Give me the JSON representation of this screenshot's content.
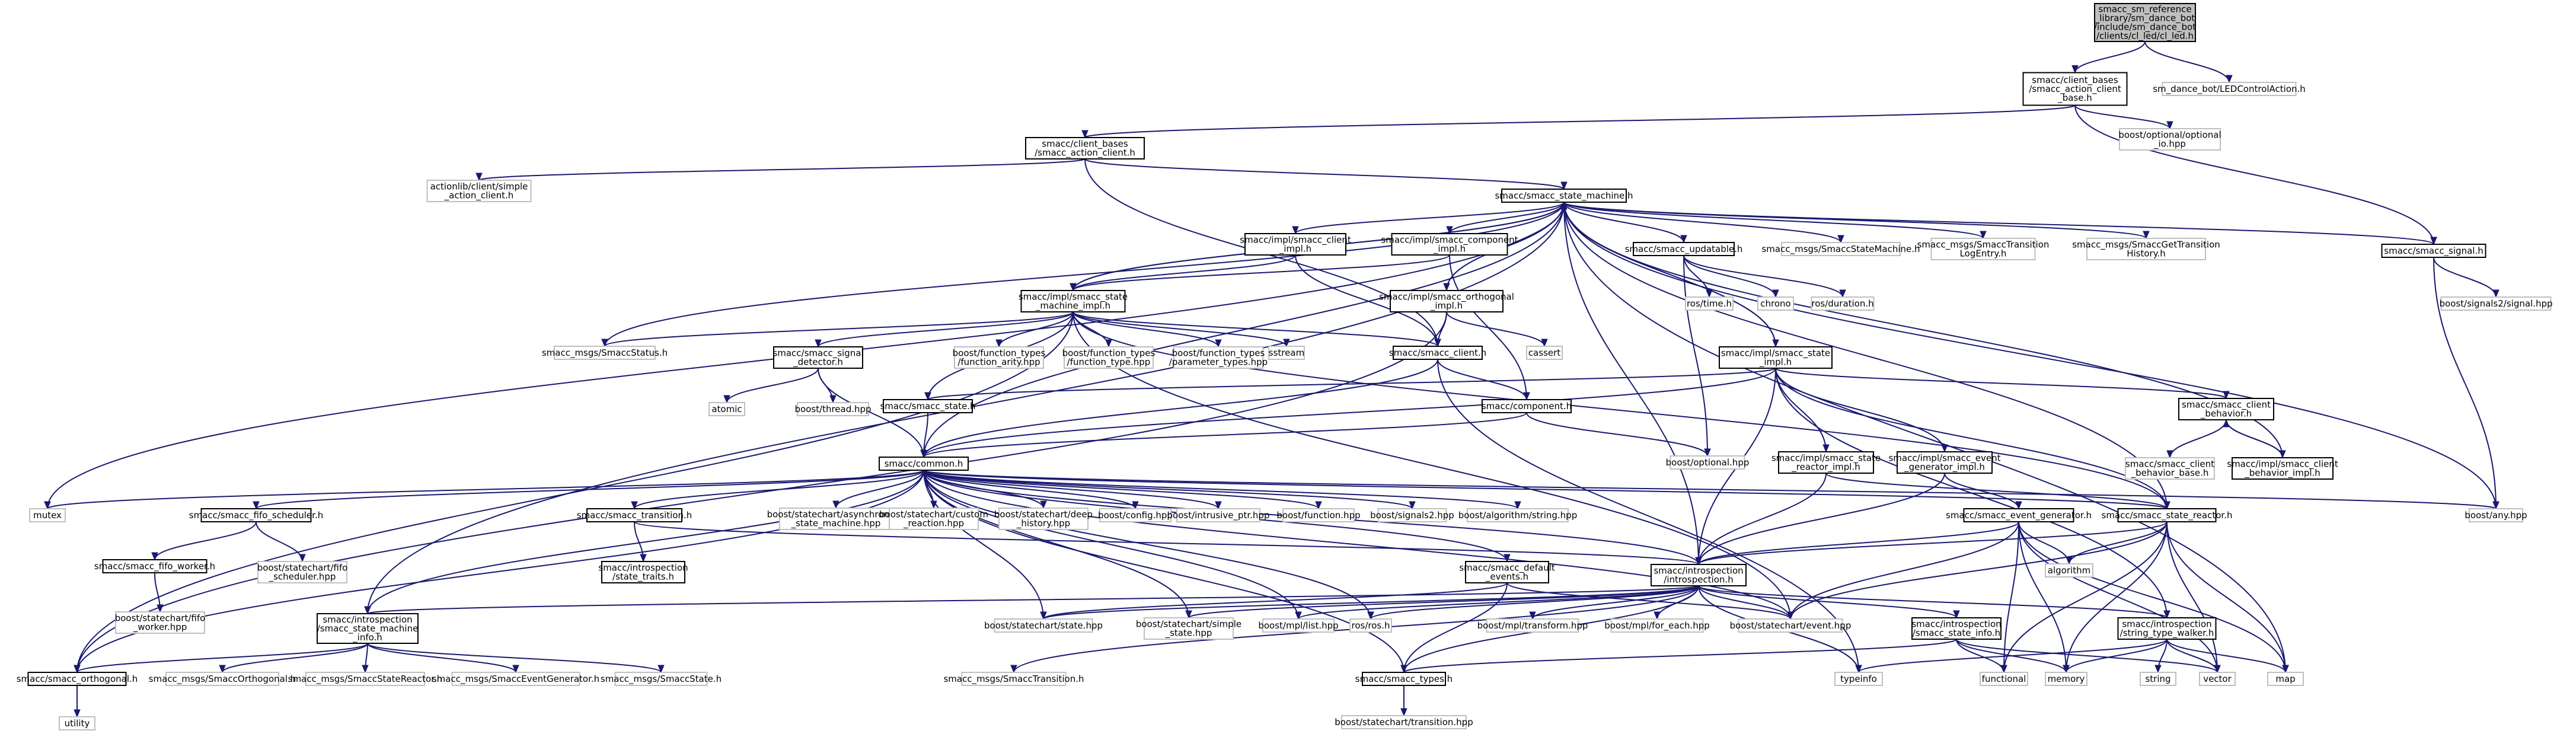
{
  "graph": {
    "colors": {
      "edge": "#191970",
      "node_border_main": "#000000",
      "node_border_external": "#bfbfbf",
      "node_fill": "#ffffff",
      "root_fill": "#bfbfbf",
      "text": "#000000",
      "text_external": "#000000"
    },
    "nodes": [
      {
        "id": "root",
        "label": "smacc_sm_reference\n_library/sm_dance_bot\n/include/sm_dance_bot\n/clients/cl_led/cl_led.h",
        "kind": "root"
      },
      {
        "id": "cab",
        "label": "smacc/client_bases\n/smacc_action_client\n_base.h",
        "kind": "main"
      },
      {
        "id": "ledact",
        "label": "sm_dance_bot/LEDControlAction.h",
        "kind": "ext"
      },
      {
        "id": "bopt",
        "label": "boost/optional/optional\n_io.hpp",
        "kind": "ext"
      },
      {
        "id": "cac",
        "label": "smacc/client_bases\n/smacc_action_client.h",
        "kind": "main"
      },
      {
        "id": "alsimple",
        "label": "actionlib/client/simple\n_action_client.h",
        "kind": "ext"
      },
      {
        "id": "ssm",
        "label": "smacc/smacc_state_machine.h",
        "kind": "main"
      },
      {
        "id": "ssig",
        "label": "smacc/smacc_signal.h",
        "kind": "main"
      },
      {
        "id": "bsig2",
        "label": "boost/signals2/signal.hpp",
        "kind": "ext"
      },
      {
        "id": "impclient",
        "label": "smacc/impl/smacc_client\n_impl.h",
        "kind": "main"
      },
      {
        "id": "impcomp",
        "label": "smacc/impl/smacc_component\n_impl.h",
        "kind": "main"
      },
      {
        "id": "supd",
        "label": "smacc/smacc_updatable.h",
        "kind": "main"
      },
      {
        "id": "msm",
        "label": "smacc_msgs/SmaccStateMachine.h",
        "kind": "ext"
      },
      {
        "id": "mtle",
        "label": "smacc_msgs/SmaccTransition\nLogEntry.h",
        "kind": "ext"
      },
      {
        "id": "mgth",
        "label": "smacc_msgs/SmaccGetTransition\nHistory.h",
        "kind": "ext"
      },
      {
        "id": "impsm",
        "label": "smacc/impl/smacc_state\n_machine_impl.h",
        "kind": "main"
      },
      {
        "id": "importh",
        "label": "smacc/impl/smacc_orthogonal\n_impl.h",
        "kind": "main"
      },
      {
        "id": "rostime",
        "label": "ros/time.h",
        "kind": "ext"
      },
      {
        "id": "chrono",
        "label": "chrono",
        "kind": "ext"
      },
      {
        "id": "rosdur",
        "label": "ros/duration.h",
        "kind": "ext"
      },
      {
        "id": "impstate",
        "label": "smacc/impl/smacc_state\n_impl.h",
        "kind": "main"
      },
      {
        "id": "mstatus",
        "label": "smacc_msgs/SmaccStatus.h",
        "kind": "ext"
      },
      {
        "id": "sigdet",
        "label": "smacc/smacc_signal\n_detector.h",
        "kind": "main"
      },
      {
        "id": "bfarity",
        "label": "boost/function_types\n/function_arity.hpp",
        "kind": "ext"
      },
      {
        "id": "bftype",
        "label": "boost/function_types\n/function_type.hpp",
        "kind": "ext"
      },
      {
        "id": "bfparam",
        "label": "boost/function_types\n/parameter_types.hpp",
        "kind": "ext"
      },
      {
        "id": "sstream",
        "label": "sstream",
        "kind": "ext"
      },
      {
        "id": "sclient",
        "label": "smacc/smacc_client.h",
        "kind": "main"
      },
      {
        "id": "cassert",
        "label": "cassert",
        "kind": "ext"
      },
      {
        "id": "atomic",
        "label": "atomic",
        "kind": "ext"
      },
      {
        "id": "bthread",
        "label": "boost/thread.hpp",
        "kind": "ext"
      },
      {
        "id": "sstate",
        "label": "smacc/smacc_state.h",
        "kind": "main"
      },
      {
        "id": "comp",
        "label": "smacc/component.h",
        "kind": "main"
      },
      {
        "id": "cbeh",
        "label": "smacc/smacc_client\n_behavior.h",
        "kind": "main"
      },
      {
        "id": "cbbase",
        "label": "smacc/smacc_client\n_behavior_base.h",
        "kind": "ext"
      },
      {
        "id": "cbimpl",
        "label": "smacc/impl/smacc_client\n_behavior_impl.h",
        "kind": "main"
      },
      {
        "id": "bopt2",
        "label": "boost/optional.hpp",
        "kind": "ext"
      },
      {
        "id": "impsr",
        "label": "smacc/impl/smacc_state\n_reactor_impl.h",
        "kind": "main"
      },
      {
        "id": "impeg",
        "label": "smacc/impl/smacc_event\n_generator_impl.h",
        "kind": "main"
      },
      {
        "id": "common",
        "label": "smacc/common.h",
        "kind": "main"
      },
      {
        "id": "mutex",
        "label": "mutex",
        "kind": "ext"
      },
      {
        "id": "fifos",
        "label": "smacc/smacc_fifo_scheduler.h",
        "kind": "main"
      },
      {
        "id": "trans",
        "label": "smacc/smacc_transition.h",
        "kind": "main"
      },
      {
        "id": "basync",
        "label": "boost/statechart/asynchronous\n_state_machine.hpp",
        "kind": "ext"
      },
      {
        "id": "bcustom",
        "label": "boost/statechart/custom\n_reaction.hpp",
        "kind": "ext"
      },
      {
        "id": "bdeep",
        "label": "boost/statechart/deep\n_history.hpp",
        "kind": "ext"
      },
      {
        "id": "bconfig",
        "label": "boost/config.hpp",
        "kind": "ext"
      },
      {
        "id": "bintr",
        "label": "boost/intrusive_ptr.hpp",
        "kind": "ext"
      },
      {
        "id": "bfunc",
        "label": "boost/function.hpp",
        "kind": "ext"
      },
      {
        "id": "bsig2b",
        "label": "boost/signals2.hpp",
        "kind": "ext"
      },
      {
        "id": "balgo",
        "label": "boost/algorithm/string.hpp",
        "kind": "ext"
      },
      {
        "id": "evgen",
        "label": "smacc/smacc_event_generator.h",
        "kind": "main"
      },
      {
        "id": "sreact",
        "label": "smacc/smacc_state_reactor.h",
        "kind": "main"
      },
      {
        "id": "bany",
        "label": "boost/any.hpp",
        "kind": "ext"
      },
      {
        "id": "fifow",
        "label": "smacc/smacc_fifo_worker.h",
        "kind": "main"
      },
      {
        "id": "bfifos",
        "label": "boost/statechart/fifo\n_scheduler.hpp",
        "kind": "ext"
      },
      {
        "id": "strait",
        "label": "smacc/introspection\n/state_traits.h",
        "kind": "main"
      },
      {
        "id": "defev",
        "label": "smacc/smacc_default\n_events.h",
        "kind": "main"
      },
      {
        "id": "intro",
        "label": "smacc/introspection\n/introspection.h",
        "kind": "main"
      },
      {
        "id": "algorithm",
        "label": "algorithm",
        "kind": "ext"
      },
      {
        "id": "bfifow",
        "label": "boost/statechart/fifo\n_worker.hpp",
        "kind": "ext"
      },
      {
        "id": "smi",
        "label": "smacc/introspection\n/smacc_state_machine\n_info.h",
        "kind": "main"
      },
      {
        "id": "bstate",
        "label": "boost/statechart/state.hpp",
        "kind": "ext"
      },
      {
        "id": "bsimple",
        "label": "boost/statechart/simple\n_state.hpp",
        "kind": "ext"
      },
      {
        "id": "bmpllist",
        "label": "boost/mpl/list.hpp",
        "kind": "ext"
      },
      {
        "id": "rosros",
        "label": "ros/ros.h",
        "kind": "ext"
      },
      {
        "id": "bmpltr",
        "label": "boost/mpl/transform.hpp",
        "kind": "ext"
      },
      {
        "id": "bmplfe",
        "label": "boost/mpl/for_each.hpp",
        "kind": "ext"
      },
      {
        "id": "bevent",
        "label": "boost/statechart/event.hpp",
        "kind": "ext"
      },
      {
        "id": "sinfo",
        "label": "smacc/introspection\n/smacc_state_info.h",
        "kind": "main"
      },
      {
        "id": "stw",
        "label": "smacc/introspection\n/string_type_walker.h",
        "kind": "main"
      },
      {
        "id": "sorth",
        "label": "smacc/smacc_orthogonal.h",
        "kind": "main"
      },
      {
        "id": "morth",
        "label": "smacc_msgs/SmaccOrthogonal.h",
        "kind": "ext"
      },
      {
        "id": "msr",
        "label": "smacc_msgs/SmaccStateReactor.h",
        "kind": "ext"
      },
      {
        "id": "meg",
        "label": "smacc_msgs/SmaccEventGenerator.h",
        "kind": "ext"
      },
      {
        "id": "mstate",
        "label": "smacc_msgs/SmaccState.h",
        "kind": "ext"
      },
      {
        "id": "mtrans",
        "label": "smacc_msgs/SmaccTransition.h",
        "kind": "ext"
      },
      {
        "id": "stypes",
        "label": "smacc/smacc_types.h",
        "kind": "main"
      },
      {
        "id": "typeinfo",
        "label": "typeinfo",
        "kind": "ext"
      },
      {
        "id": "functional",
        "label": "functional",
        "kind": "ext"
      },
      {
        "id": "memory",
        "label": "memory",
        "kind": "ext"
      },
      {
        "id": "string",
        "label": "string",
        "kind": "ext"
      },
      {
        "id": "vector",
        "label": "vector",
        "kind": "ext"
      },
      {
        "id": "map",
        "label": "map",
        "kind": "ext"
      },
      {
        "id": "utility",
        "label": "utility",
        "kind": "ext"
      },
      {
        "id": "btrans",
        "label": "boost/statechart/transition.hpp",
        "kind": "ext"
      }
    ],
    "edges": [
      [
        "root",
        "cab"
      ],
      [
        "root",
        "ledact"
      ],
      [
        "cab",
        "cac"
      ],
      [
        "cab",
        "bopt"
      ],
      [
        "cab",
        "ssig"
      ],
      [
        "cac",
        "alsimple"
      ],
      [
        "cac",
        "ssm"
      ],
      [
        "cac",
        "sclient"
      ],
      [
        "ssm",
        "common"
      ],
      [
        "ssm",
        "ssig"
      ],
      [
        "ssm",
        "impclient"
      ],
      [
        "ssm",
        "impcomp"
      ],
      [
        "ssm",
        "supd"
      ],
      [
        "ssm",
        "msm"
      ],
      [
        "ssm",
        "mtle"
      ],
      [
        "ssm",
        "mgth"
      ],
      [
        "ssm",
        "impsm"
      ],
      [
        "ssm",
        "importh"
      ],
      [
        "ssm",
        "impstate"
      ],
      [
        "ssm",
        "mstatus"
      ],
      [
        "ssm",
        "intro"
      ],
      [
        "ssm",
        "smi"
      ],
      [
        "ssm",
        "mutex"
      ],
      [
        "ssm",
        "bany"
      ],
      [
        "ssm",
        "map"
      ],
      [
        "ssm",
        "sreact"
      ],
      [
        "ssig",
        "bsig2"
      ],
      [
        "ssig",
        "bany"
      ],
      [
        "impclient",
        "impsm"
      ],
      [
        "impclient",
        "sclient"
      ],
      [
        "impcomp",
        "impsm"
      ],
      [
        "impcomp",
        "comp"
      ],
      [
        "supd",
        "rostime"
      ],
      [
        "supd",
        "chrono"
      ],
      [
        "supd",
        "rosdur"
      ],
      [
        "supd",
        "bopt2"
      ],
      [
        "impsm",
        "ssm"
      ],
      [
        "impsm",
        "mstatus"
      ],
      [
        "impsm",
        "sigdet"
      ],
      [
        "impsm",
        "bfarity"
      ],
      [
        "impsm",
        "bftype"
      ],
      [
        "impsm",
        "bfparam"
      ],
      [
        "impsm",
        "sstream"
      ],
      [
        "impsm",
        "sclient"
      ],
      [
        "impsm",
        "sstate"
      ],
      [
        "impsm",
        "sorth"
      ],
      [
        "impsm",
        "bevent"
      ],
      [
        "impsm",
        "sreact"
      ],
      [
        "importh",
        "sclient"
      ],
      [
        "importh",
        "cassert"
      ],
      [
        "importh",
        "sorth"
      ],
      [
        "impstate",
        "ssm"
      ],
      [
        "impstate",
        "sstate"
      ],
      [
        "impstate",
        "cbeh"
      ],
      [
        "impstate",
        "impsr"
      ],
      [
        "impstate",
        "impeg"
      ],
      [
        "impstate",
        "intro"
      ],
      [
        "impstate",
        "sreact"
      ],
      [
        "impstate",
        "stw"
      ],
      [
        "impstate",
        "common"
      ],
      [
        "sigdet",
        "atomic"
      ],
      [
        "sigdet",
        "bthread"
      ],
      [
        "sigdet",
        "common"
      ],
      [
        "sclient",
        "common"
      ],
      [
        "sclient",
        "comp"
      ],
      [
        "sclient",
        "typeinfo"
      ],
      [
        "sstate",
        "common"
      ],
      [
        "comp",
        "common"
      ],
      [
        "comp",
        "bopt2"
      ],
      [
        "cbeh",
        "cbbase"
      ],
      [
        "cbeh",
        "cbimpl"
      ],
      [
        "cbimpl",
        "ssm"
      ],
      [
        "cbimpl",
        "cbeh"
      ],
      [
        "impsr",
        "sreact"
      ],
      [
        "impsr",
        "intro"
      ],
      [
        "impeg",
        "evgen"
      ],
      [
        "impeg",
        "intro"
      ],
      [
        "common",
        "mutex"
      ],
      [
        "common",
        "fifos"
      ],
      [
        "common",
        "trans"
      ],
      [
        "common",
        "basync"
      ],
      [
        "common",
        "bcustom"
      ],
      [
        "common",
        "bdeep"
      ],
      [
        "common",
        "bconfig"
      ],
      [
        "common",
        "bintr"
      ],
      [
        "common",
        "bfunc"
      ],
      [
        "common",
        "bsig2b"
      ],
      [
        "common",
        "balgo"
      ],
      [
        "common",
        "bany"
      ],
      [
        "common",
        "sorth"
      ],
      [
        "common",
        "smi"
      ],
      [
        "common",
        "intro"
      ],
      [
        "common",
        "defev"
      ],
      [
        "common",
        "bstate"
      ],
      [
        "common",
        "bsimple"
      ],
      [
        "common",
        "bmpllist"
      ],
      [
        "common",
        "rosros"
      ],
      [
        "common",
        "stypes"
      ],
      [
        "common",
        "bevent"
      ],
      [
        "common",
        "sreact"
      ],
      [
        "fifos",
        "fifow"
      ],
      [
        "fifos",
        "bfifos"
      ],
      [
        "fifow",
        "bfifow"
      ],
      [
        "trans",
        "strait"
      ],
      [
        "trans",
        "intro"
      ],
      [
        "defev",
        "stypes"
      ],
      [
        "defev",
        "bstate"
      ],
      [
        "defev",
        "bevent"
      ],
      [
        "intro",
        "bstate"
      ],
      [
        "intro",
        "bsimple"
      ],
      [
        "intro",
        "bmpllist"
      ],
      [
        "intro",
        "rosros"
      ],
      [
        "intro",
        "bmpltr"
      ],
      [
        "intro",
        "bmplfe"
      ],
      [
        "intro",
        "bevent"
      ],
      [
        "intro",
        "sinfo"
      ],
      [
        "intro",
        "stw"
      ],
      [
        "intro",
        "smi"
      ],
      [
        "intro",
        "mtrans"
      ],
      [
        "intro",
        "stypes"
      ],
      [
        "intro",
        "typeinfo"
      ],
      [
        "evgen",
        "intro"
      ],
      [
        "evgen",
        "bevent"
      ],
      [
        "evgen",
        "algorithm"
      ],
      [
        "evgen",
        "functional"
      ],
      [
        "evgen",
        "memory"
      ],
      [
        "evgen",
        "vector"
      ],
      [
        "evgen",
        "map"
      ],
      [
        "sreact",
        "intro"
      ],
      [
        "sreact",
        "bevent"
      ],
      [
        "sreact",
        "algorithm"
      ],
      [
        "sreact",
        "functional"
      ],
      [
        "sreact",
        "memory"
      ],
      [
        "sreact",
        "vector"
      ],
      [
        "sreact",
        "map"
      ],
      [
        "smi",
        "sorth"
      ],
      [
        "smi",
        "morth"
      ],
      [
        "smi",
        "msr"
      ],
      [
        "smi",
        "meg"
      ],
      [
        "smi",
        "mstate"
      ],
      [
        "sorth",
        "utility"
      ],
      [
        "sinfo",
        "stypes"
      ],
      [
        "sinfo",
        "functional"
      ],
      [
        "sinfo",
        "memory"
      ],
      [
        "sinfo",
        "vector"
      ],
      [
        "stw",
        "typeinfo"
      ],
      [
        "stw",
        "string"
      ],
      [
        "stw",
        "vector"
      ],
      [
        "stw",
        "map"
      ],
      [
        "stw",
        "memory"
      ],
      [
        "stypes",
        "btrans"
      ]
    ]
  }
}
